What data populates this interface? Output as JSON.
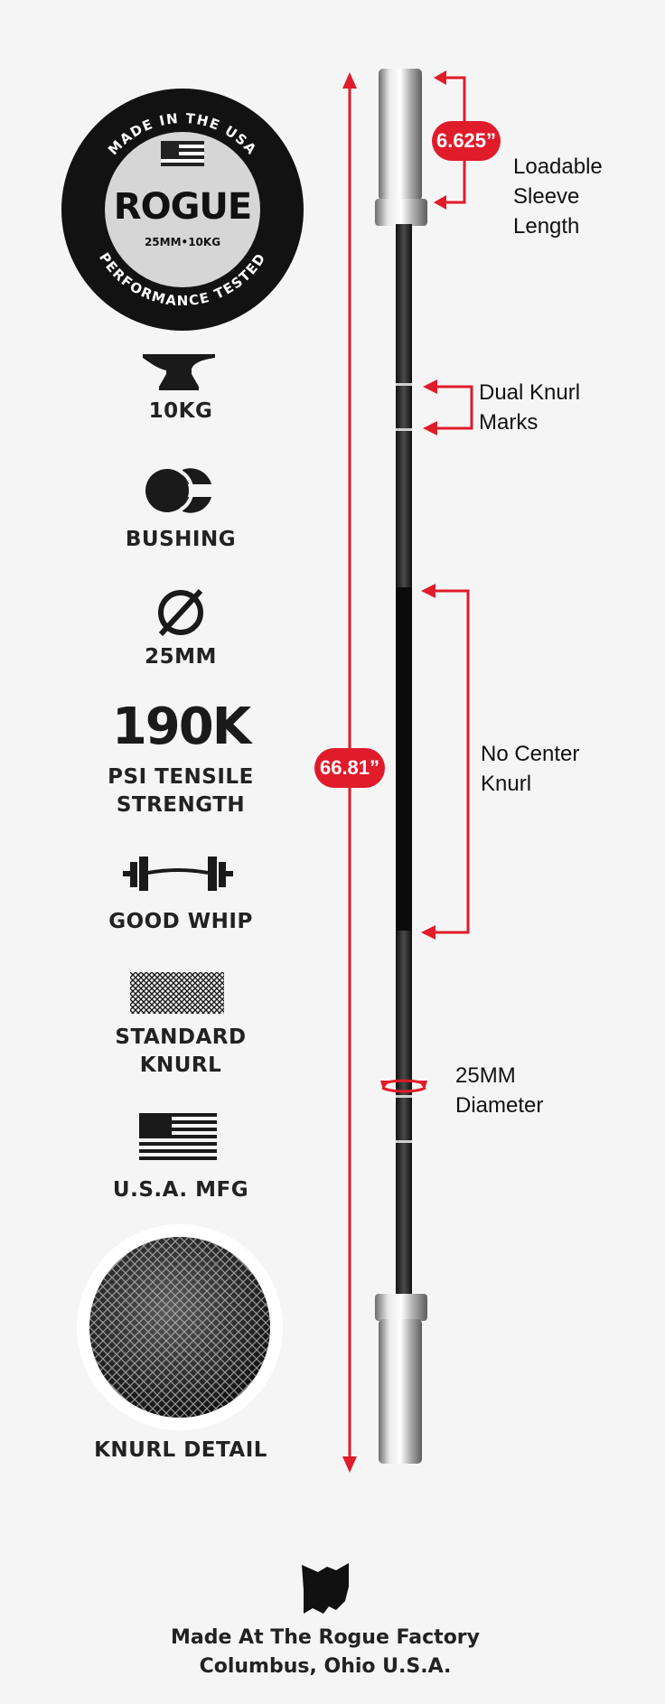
{
  "badge": {
    "top_text": "MADE IN THE USA",
    "brand": "ROGUE",
    "spec": "25MM•10KG",
    "bottom_text": "PERFORMANCE TESTED"
  },
  "specs": {
    "weight": {
      "label": "10KG",
      "icon": "anvil-icon"
    },
    "spin": {
      "label": "BUSHING",
      "icon": "bushing-icon"
    },
    "diameter": {
      "label": "25MM",
      "icon": "diameter-icon"
    },
    "tensile": {
      "value": "190K",
      "label_line1": "PSI TENSILE",
      "label_line2": "STRENGTH"
    },
    "whip": {
      "label": "GOOD WHIP",
      "icon": "barbell-icon"
    },
    "knurl": {
      "label_line1": "STANDARD",
      "label_line2": "KNURL",
      "icon": "knurl-pattern-icon"
    },
    "origin": {
      "label": "U.S.A. MFG",
      "icon": "us-flag-icon"
    },
    "knurl_detail": {
      "label": "KNURL DETAIL"
    }
  },
  "diagram": {
    "total_length": "66.81”",
    "sleeve_length": "6.625”",
    "sleeve_label_line1": "Loadable",
    "sleeve_label_line2": "Sleeve",
    "sleeve_label_line3": "Length",
    "knurl_marks_line1": "Dual Knurl",
    "knurl_marks_line2": "Marks",
    "center_line1": "No Center",
    "center_line2": "Knurl",
    "diameter_line1": "25MM",
    "diameter_line2": "Diameter"
  },
  "footer": {
    "line1": "Made At The Rogue Factory",
    "line2": "Columbus, Ohio U.S.A.",
    "icon": "ohio-state-icon"
  },
  "colors": {
    "accent": "#e01b2a",
    "dark": "#1a1a1a",
    "background": "#f5f5f5"
  }
}
